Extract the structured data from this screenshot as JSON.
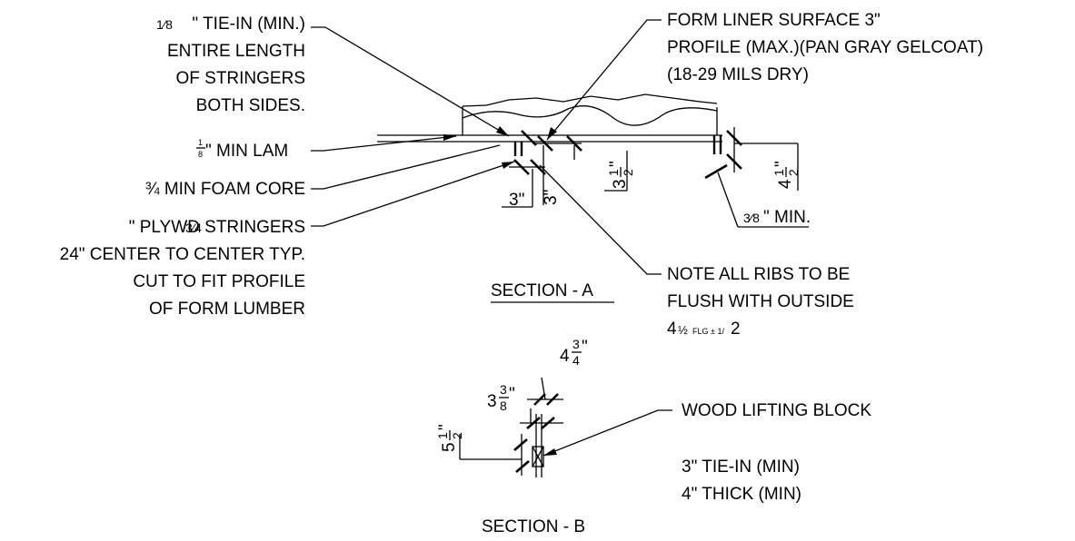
{
  "notes": {
    "tie_in_fraction": "1⁄8",
    "tie_in_lines": [
      "\" TIE-IN (MIN.)",
      "ENTIRE LENGTH",
      "OF STRINGERS",
      "BOTH SIDES."
    ],
    "min_lam_num": "1",
    "min_lam_den": "8",
    "min_lam_text": "\" MIN LAM",
    "foam_core": "¾  MIN FOAM CORE",
    "plywd_fraction": "3⁄4",
    "plywd_lines": [
      "\" PLYWD STRINGERS",
      "24\" CENTER TO CENTER TYP.",
      "CUT TO FIT PROFILE",
      "OF FORM LUMBER"
    ],
    "form_liner_lines": [
      "FORM LINER SURFACE 3\"",
      "PROFILE (MAX.)(PAN GRAY GELCOAT)",
      "(18-29 MILS DRY)"
    ],
    "ribs_lines": [
      "NOTE ALL RIBS TO BE",
      "FLUSH WITH OUTSIDE"
    ],
    "flg_big1": "4",
    "flg_half": "½",
    "flg_small": "FLG ± 1/",
    "flg_big2": "2",
    "lifting_block": "WOOD LIFTING BLOCK",
    "tie_in_3": "3\"  TIE-IN (MIN)",
    "thick_4": "4\"  THICK (MIN)"
  },
  "dims": {
    "d3a": "3\"",
    "d3b": "3\"",
    "d3_half_whole": "3",
    "d3_half_frac": "1",
    "d3_half_den": "2",
    "d3_half_in": "\"",
    "d4_half_whole": "4",
    "d4_half_num": "1",
    "d4_half_den": "2",
    "d4_half_in": "\"",
    "d38_frac": "3⁄8",
    "d38_text": "\" MIN.",
    "b_434_whole": "4",
    "b_434_num": "3",
    "b_434_den": "4",
    "b_434_in": "\"",
    "b_338_whole": "3",
    "b_338_num": "3",
    "b_338_den": "8",
    "b_338_in": "\"",
    "b_512_whole": "5",
    "b_512_num": "1",
    "b_512_den": "2",
    "b_512_in": "\""
  },
  "titles": {
    "section_a": "SECTION - A",
    "section_b": "SECTION - B"
  }
}
